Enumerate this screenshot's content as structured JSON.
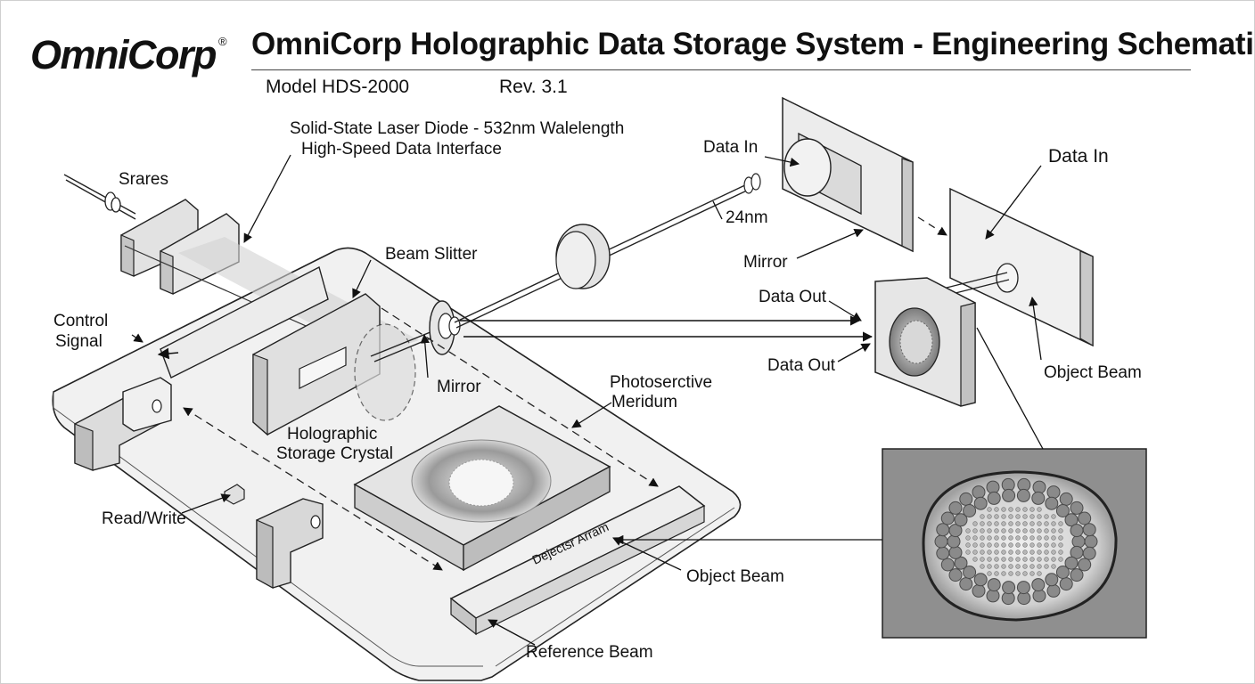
{
  "header": {
    "logo": "OmniCorp",
    "logo_mark": "®",
    "title": "OmniCorp Holographic Data Storage System - Engineering Schematic",
    "model": "Model HDS-2000",
    "revision": "Rev. 3.1"
  },
  "labels": {
    "laser": "Solid-State Laser Diode - 532nm Walelength",
    "interface": "High-Speed Data Interface",
    "spares": "Srares",
    "beam_splitter": "Beam Slitter",
    "control_signal_1": "Control",
    "control_signal_2": "Signal",
    "mirror_center": "Mirror",
    "holographic_1": "Holographic",
    "holographic_2": "Storage Crystal",
    "photo_1": "Photoserctive",
    "photo_2": "Meridum",
    "read_write": "Read/Write",
    "detector_array": "Dejectsr Arram",
    "object_beam_bottom": "Object Beam",
    "reference_beam": "Reference Beam",
    "data_in_center": "Data In",
    "wavelength": "24nm",
    "mirror_right": "Mirror",
    "data_out_top": "Data Out",
    "data_out_bottom": "Data Out",
    "data_in_right": "Data In",
    "object_beam_right": "Object Beam"
  },
  "colors": {
    "ink": "#111111",
    "panel_gray": "#e4e4e4",
    "panel_dark": "#c6c6c6",
    "inset_bg": "#8f8f8f"
  }
}
